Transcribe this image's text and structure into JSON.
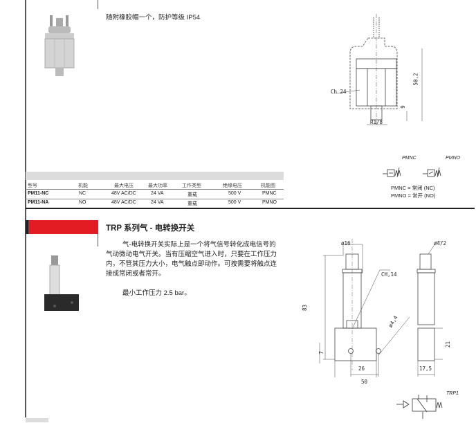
{
  "top_section": {
    "note": "随附橡胶帽一个，防护等级 IP54",
    "drawing_labels": {
      "hex": "Ch 24",
      "height": "50,2",
      "thread_len": "9",
      "thread": "R1/8"
    },
    "symbols": [
      {
        "label": "PMNC"
      },
      {
        "label": "PMNO"
      }
    ],
    "legend": [
      "PMNC = 常闭 (NC)",
      "PMNO = 常开 (NO)"
    ]
  },
  "table": {
    "headers": [
      "型号",
      "机能",
      "最大电压",
      "最大功率",
      "工作类型",
      "绝缘电压",
      "机能图"
    ],
    "rows": [
      [
        "PM11-NC",
        "NC",
        "48V AC/DC",
        "24 VA",
        "重载",
        "500 V",
        "PMNC"
      ],
      [
        "PM11-NA",
        "NO",
        "48V AC/DC",
        "24 VA",
        "重载",
        "500 V",
        "PMNO"
      ]
    ]
  },
  "trp_section": {
    "title": "TRP 系列气 - 电转换开关",
    "paragraph": "气-电转换开关实际上是一个将气信号转化成电信号的气动微动电气开关。当有压缩空气进入时，只要在工作压力内，不管其压力大小，电气触点即动作。可按需要将触点连接成常闭或者常开。",
    "min_pressure": "最小工作压力 2.5 bar。",
    "drawing_labels": {
      "d16": "ø16",
      "d42": "ø4/2",
      "ch": "CH,14",
      "h83": "83",
      "d44": "ø4,4",
      "h7": "7",
      "w26": "26",
      "w50": "50",
      "h21": "21",
      "w175": "17,5"
    },
    "symbol_label": "TRP1"
  },
  "colors": {
    "accent_red": "#e31b23",
    "band_gray": "#dcdcdc"
  }
}
